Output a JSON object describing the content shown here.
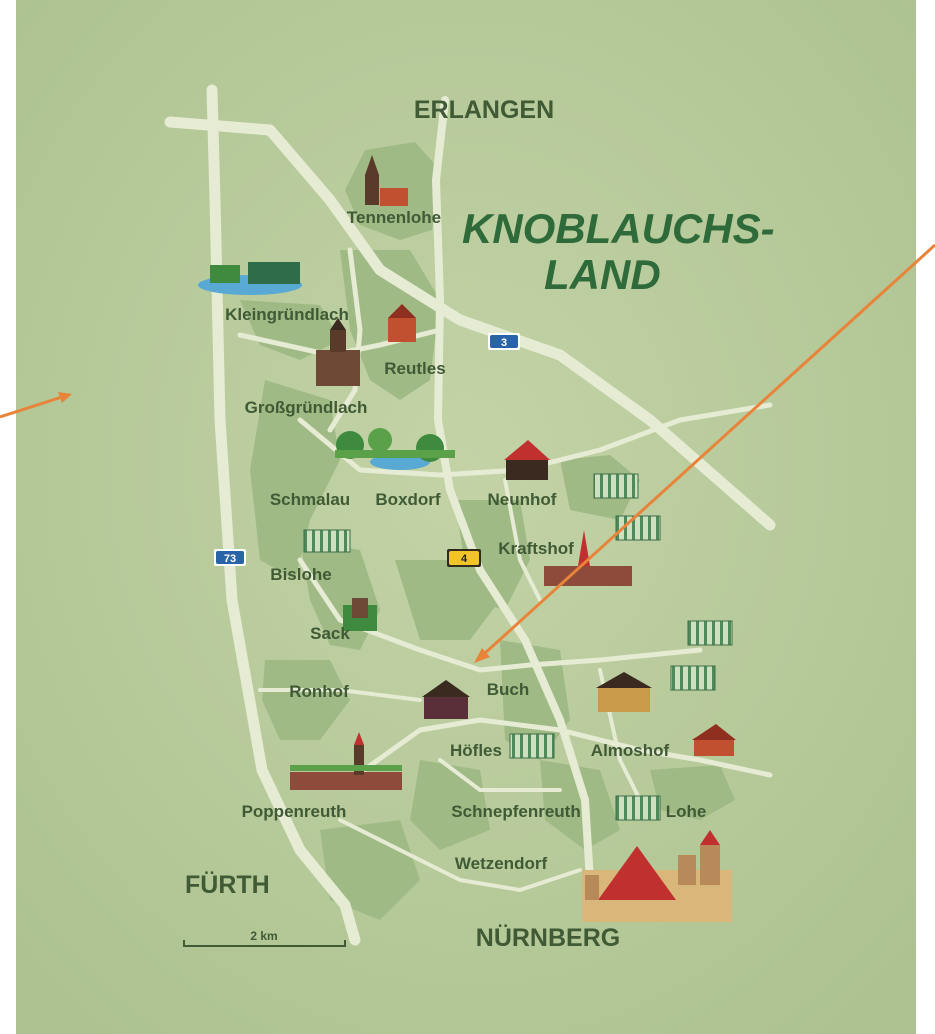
{
  "map": {
    "title_line1": "KNOBLAUCHS-",
    "title_line2": "LAND",
    "cities": {
      "erlangen": "ERLANGEN",
      "fuerth": "FÜRTH",
      "nuernberg": "NÜRNBERG"
    },
    "villages": {
      "tennenlohe": "Tennenlohe",
      "kleingruendlach": "Kleingründlach",
      "reutles": "Reutles",
      "grossgruendlach": "Großgründlach",
      "schmalau": "Schmalau",
      "boxdorf": "Boxdorf",
      "neunhof": "Neunhof",
      "kraftshof": "Kraftshof",
      "bislohe": "Bislohe",
      "sack": "Sack",
      "ronhof": "Ronhof",
      "buch": "Buch",
      "hoefles": "Höfles",
      "almoshof": "Almoshof",
      "poppenreuth": "Poppenreuth",
      "schnepfenreuth": "Schnepfenreuth",
      "lohe": "Lohe",
      "wetzendorf": "Wetzendorf"
    },
    "road_shields": {
      "a3": "3",
      "a73": "73",
      "b4": "4"
    },
    "scale_label": "2 km",
    "colors": {
      "background": "#b7c99a",
      "road": "#e6ebd4",
      "forest": "#9fba85",
      "label": "#3f5a35",
      "title": "#2f6b3a",
      "arrow": "#e8843a",
      "shield_blue": "#2a64a8",
      "shield_yellow": "#f2c428"
    }
  }
}
